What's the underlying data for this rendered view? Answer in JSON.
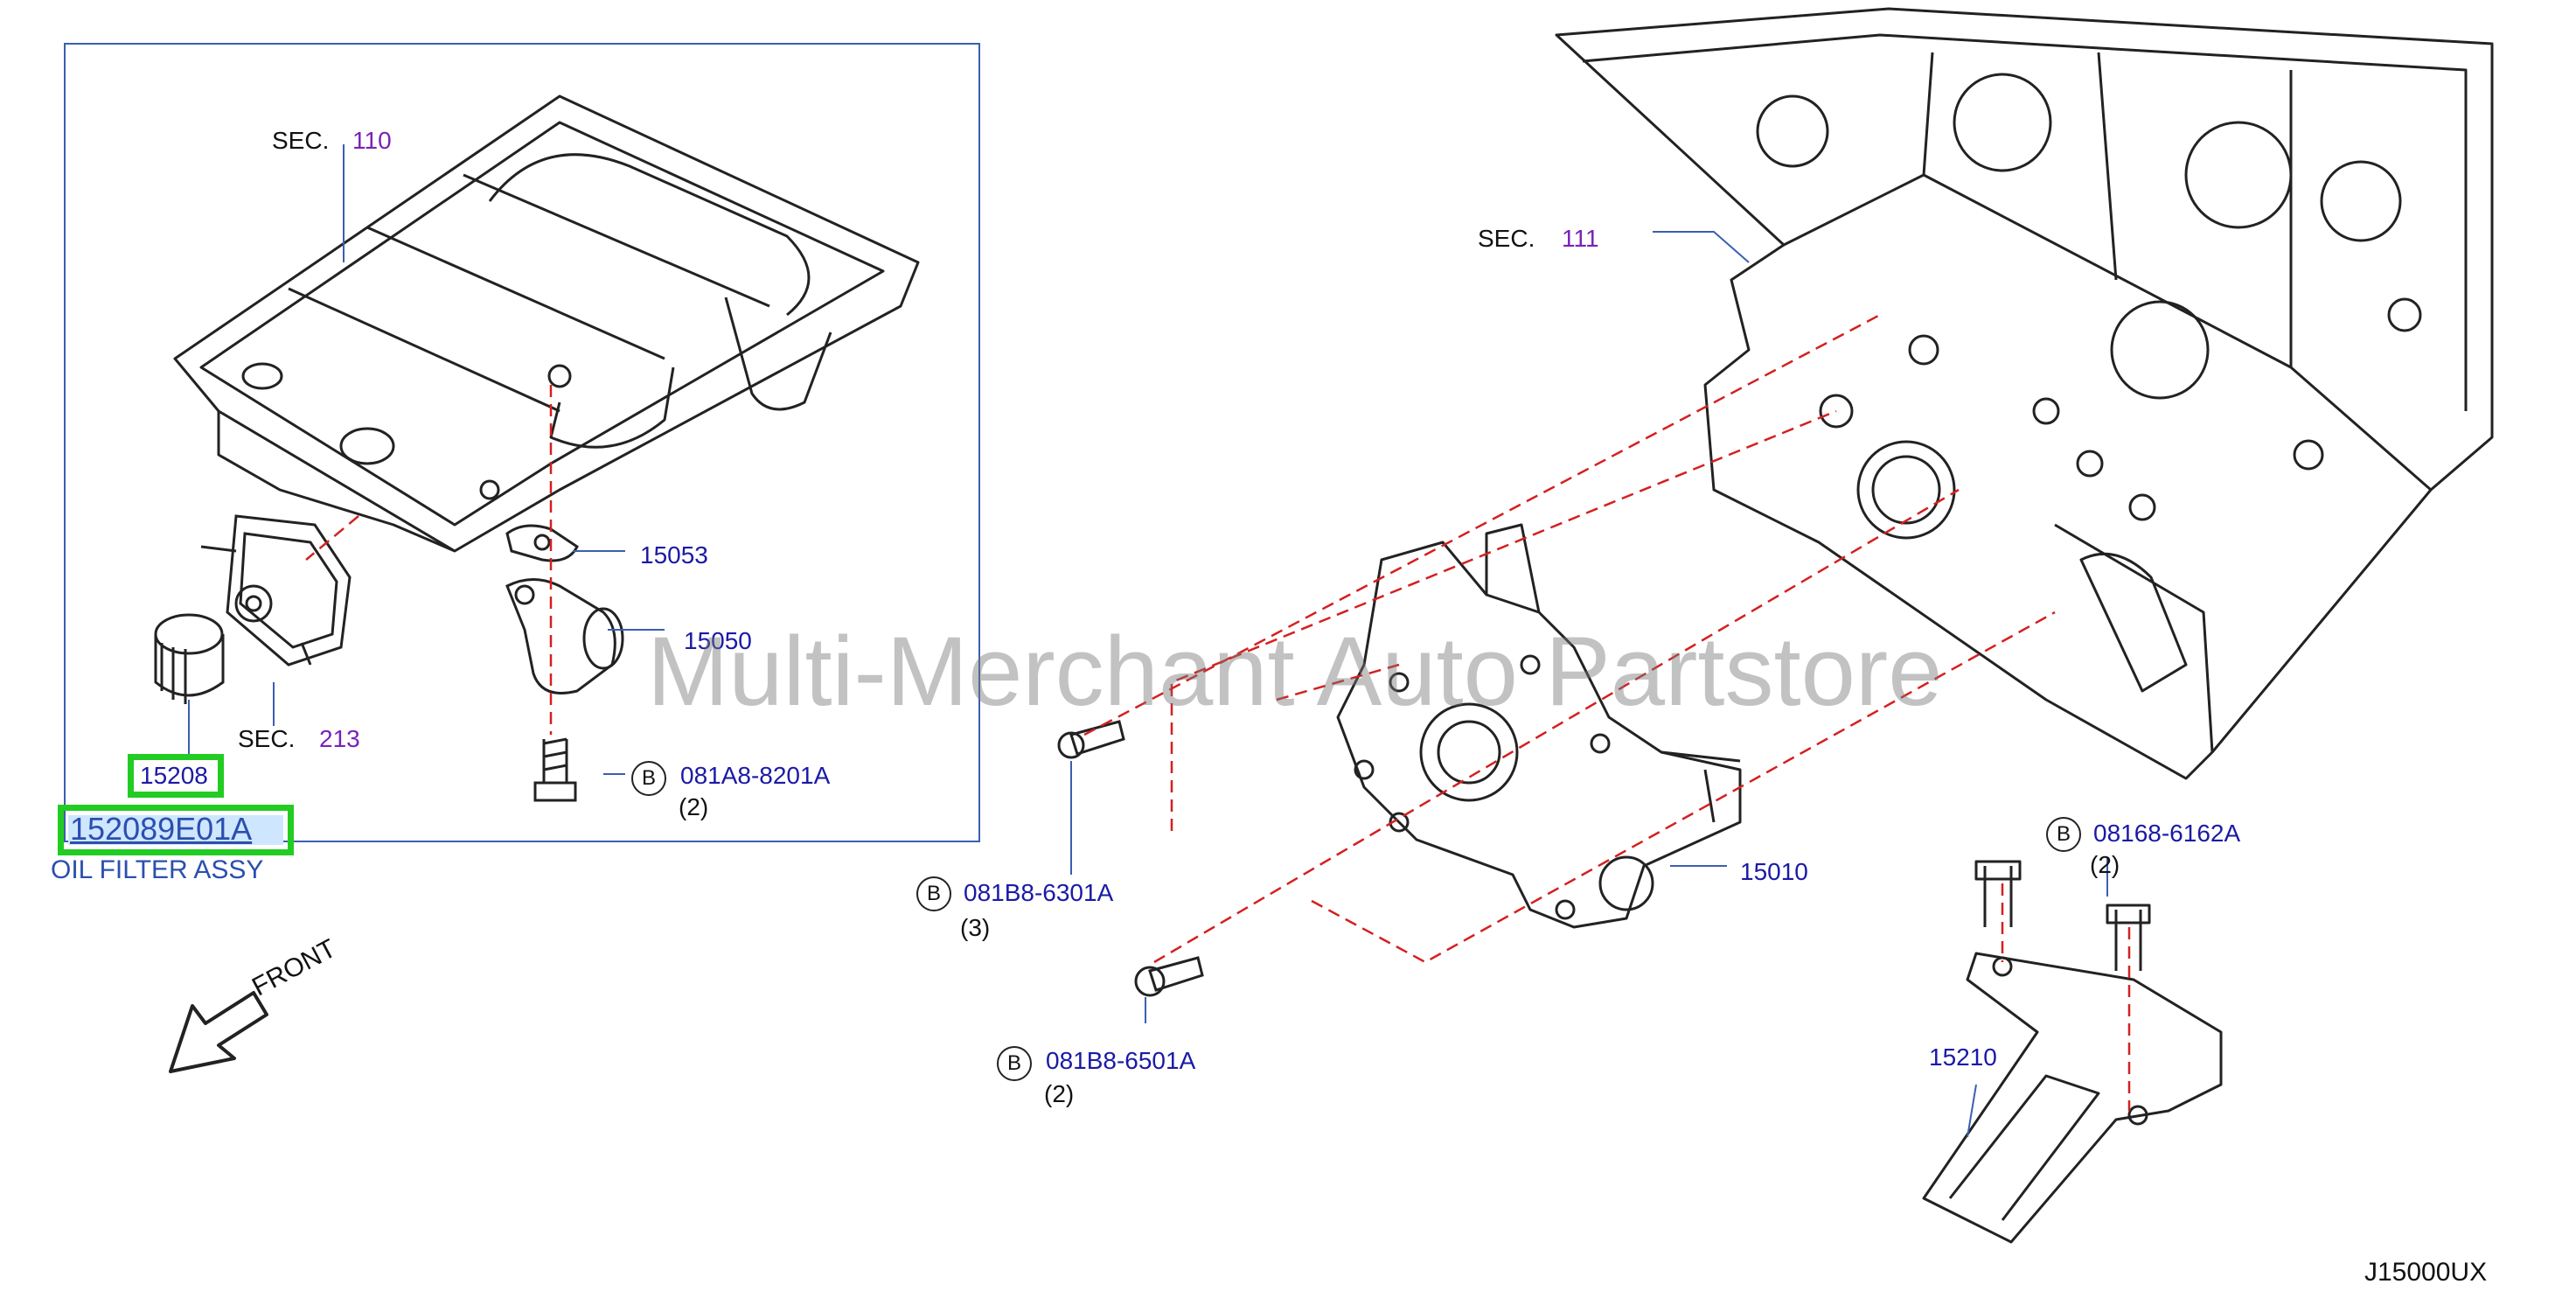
{
  "sections": {
    "sec110": {
      "prefix": "SEC.",
      "num": "110"
    },
    "sec111": {
      "prefix": "SEC.",
      "num": "111"
    },
    "sec213": {
      "prefix": "SEC.",
      "num": "213"
    }
  },
  "callouts": {
    "p15053": "15053",
    "p15050": "15050",
    "p15010": "15010",
    "p15210": "15210",
    "p15208": "15208",
    "bolt_081A8": {
      "marker": "B",
      "code": "081A8-8201A",
      "qty": "(2)"
    },
    "bolt_081B8_6301": {
      "marker": "B",
      "code": "081B8-6301A",
      "qty": "(3)"
    },
    "bolt_081B8_6501": {
      "marker": "B",
      "code": "081B8-6501A",
      "qty": "(2)"
    },
    "bolt_08168": {
      "marker": "B",
      "code": "08168-6162A",
      "qty": "(2)"
    }
  },
  "highlight": {
    "part_number": "152089E01A",
    "description": "OIL FILTER ASSY"
  },
  "front_label": "FRONT",
  "diagram_id": "J15000UX",
  "watermark": "Multi-Merchant Auto Partstore",
  "colors": {
    "highlight_green": "#22cc22",
    "callout_blue": "#1a1aa6",
    "section_purple": "#7a22b8",
    "dash_red": "#d42020",
    "frame_blue": "#3a5fb0"
  }
}
